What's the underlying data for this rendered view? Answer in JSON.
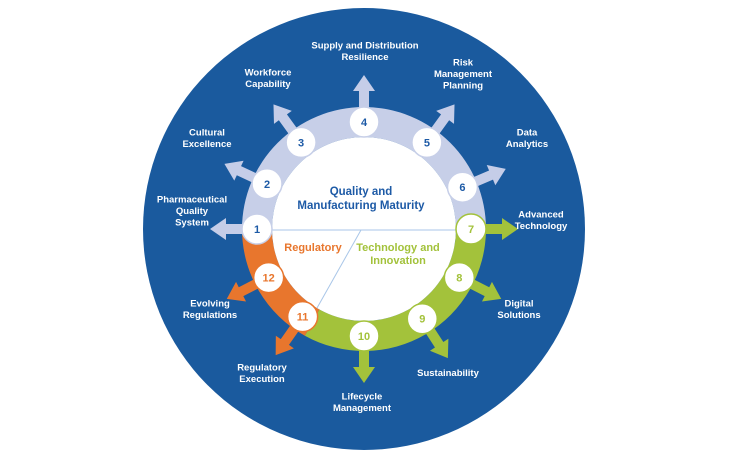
{
  "center": {
    "quality_line1": "Quality and",
    "quality_line2": "Manufacturing Maturity",
    "regulatory": "Regulatory",
    "tech_line1": "Technology and",
    "tech_line2": "Innovation"
  },
  "colors": {
    "background_circle": "#1a5a9e",
    "quality_ring": "#c7cfe8",
    "quality_arrow": "#c5cde8",
    "regulatory": "#e8762d",
    "technology": "#a3c23b",
    "number_quality": "#1d5aa6",
    "center_text": "#1d5aa6"
  },
  "nodes": [
    {
      "number": "1",
      "group": "quality",
      "lines": [
        "Pharmaceutical",
        "Quality",
        "System"
      ]
    },
    {
      "number": "2",
      "group": "quality",
      "lines": [
        "Cultural",
        "Excellence"
      ]
    },
    {
      "number": "3",
      "group": "quality",
      "lines": [
        "Workforce",
        "Capability"
      ]
    },
    {
      "number": "4",
      "group": "quality",
      "lines": [
        "Supply and Distribution",
        "Resilience"
      ]
    },
    {
      "number": "5",
      "group": "quality",
      "lines": [
        "Risk",
        "Management",
        "Planning"
      ]
    },
    {
      "number": "6",
      "group": "quality",
      "lines": [
        "Data",
        "Analytics"
      ]
    },
    {
      "number": "7",
      "group": "technology",
      "lines": [
        "Advanced",
        "Technology"
      ]
    },
    {
      "number": "8",
      "group": "technology",
      "lines": [
        "Digital",
        "Solutions"
      ]
    },
    {
      "number": "9",
      "group": "technology",
      "lines": [
        "Sustainability"
      ]
    },
    {
      "number": "10",
      "group": "technology",
      "lines": [
        "Lifecycle",
        "Management"
      ]
    },
    {
      "number": "11",
      "group": "regulatory",
      "lines": [
        "Regulatory",
        "Execution"
      ]
    },
    {
      "number": "12",
      "group": "regulatory",
      "lines": [
        "Evolving",
        "Regulations"
      ]
    }
  ]
}
